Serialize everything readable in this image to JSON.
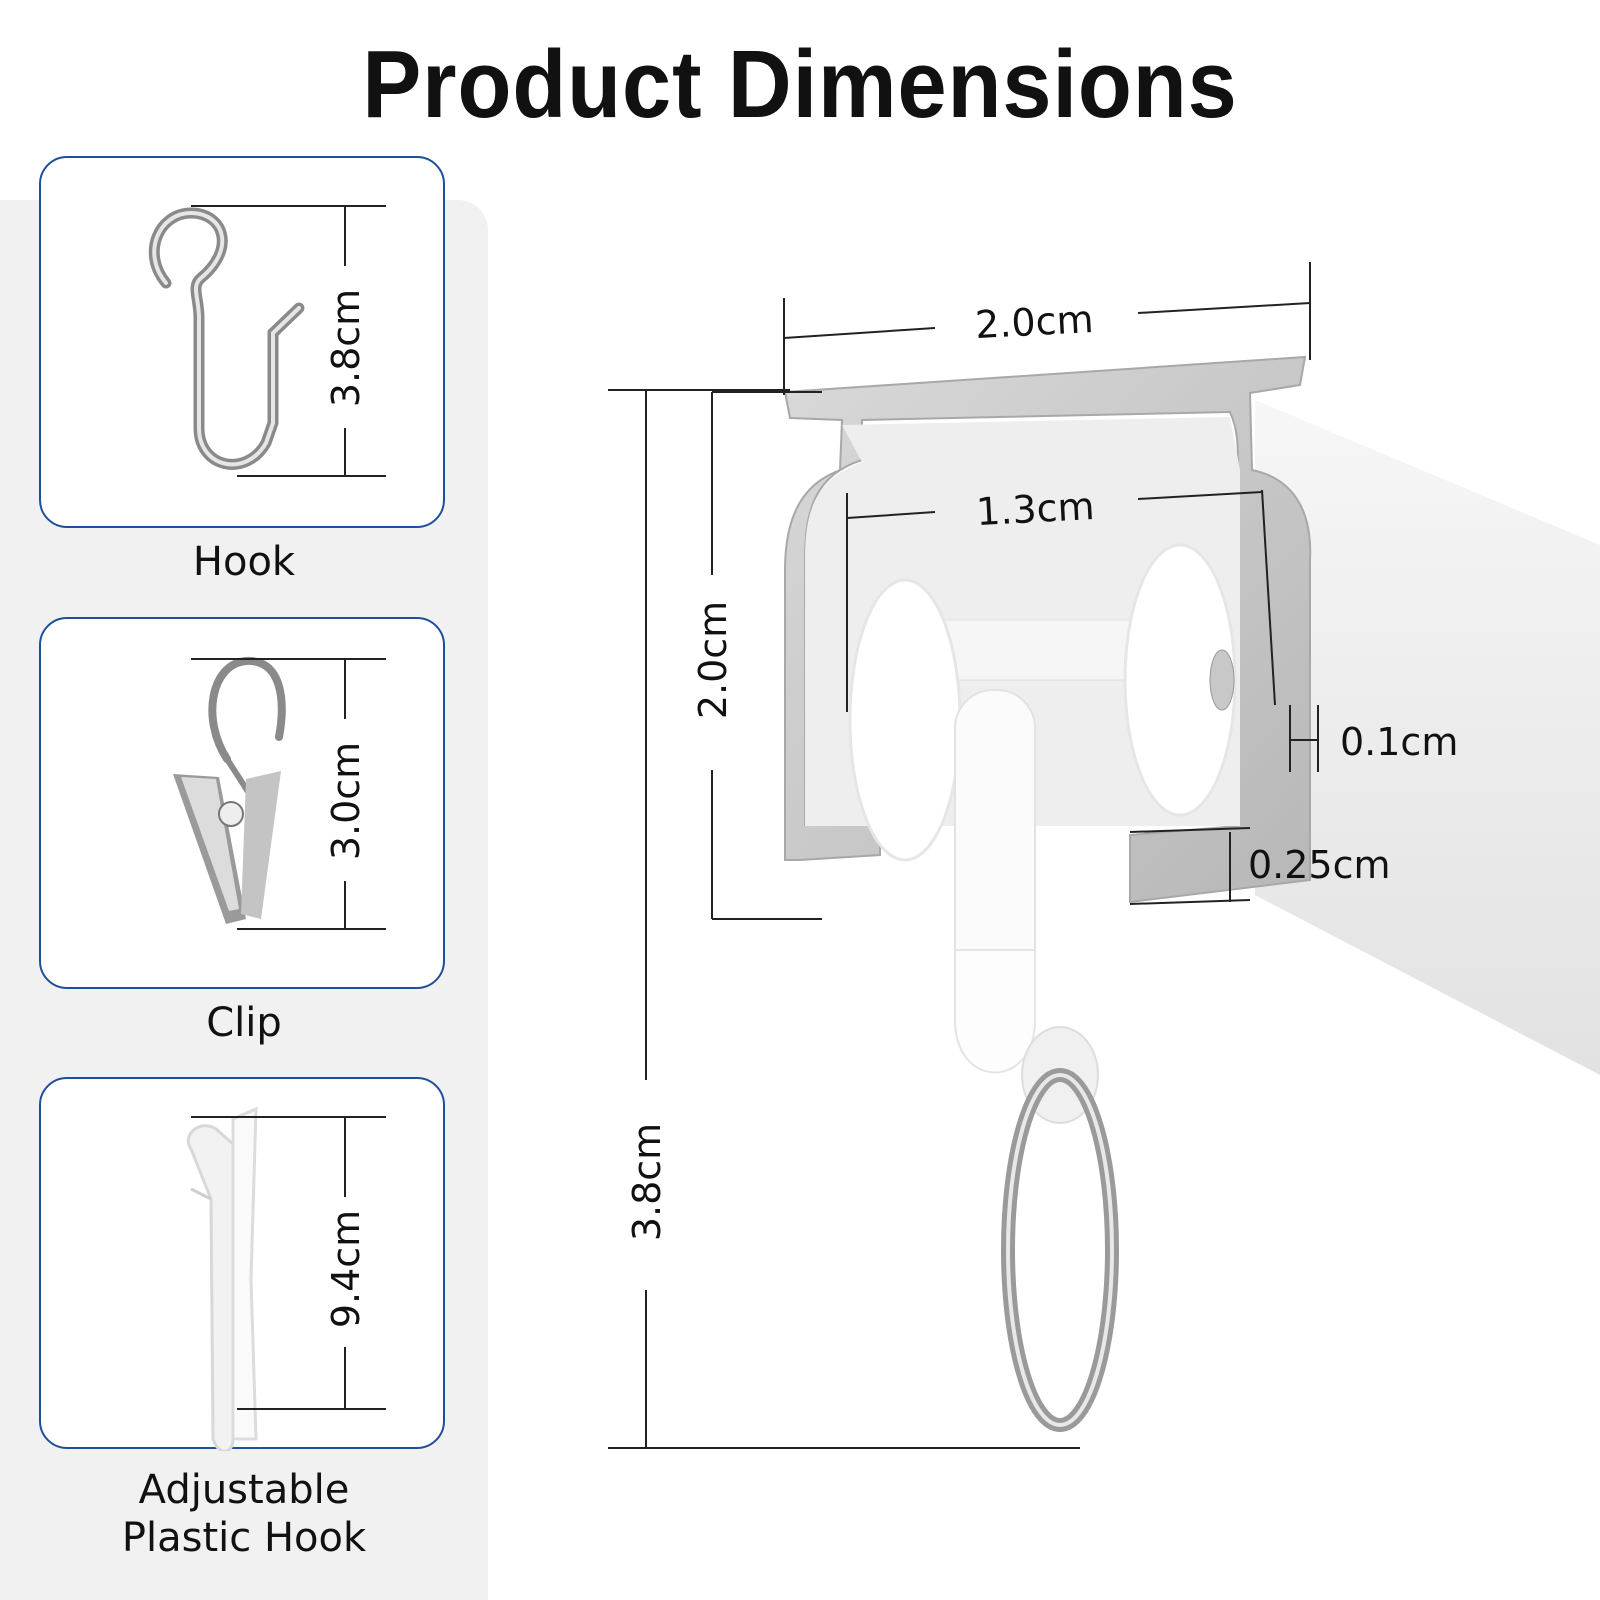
{
  "title": "Product Dimensions",
  "accessories": [
    {
      "label": "Hook",
      "dimension": "3.8cm",
      "icon": "hook-icon"
    },
    {
      "label": "Clip",
      "dimension": "3.0cm",
      "icon": "clip-icon"
    },
    {
      "label": "Adjustable\nPlastic Hook",
      "dimension": "9.4cm",
      "icon": "plastic-hook-icon"
    }
  ],
  "track": {
    "top_width": "2.0cm",
    "inner_width": "1.3cm",
    "inner_height": "2.0cm",
    "wall_thickness": "0.1cm",
    "lip_thickness": "0.25cm",
    "total_height": "3.8cm"
  },
  "colors": {
    "card_border": "#1f4f9a",
    "panel": "#f1f1f1",
    "aluminum": "#c9c9c9"
  }
}
